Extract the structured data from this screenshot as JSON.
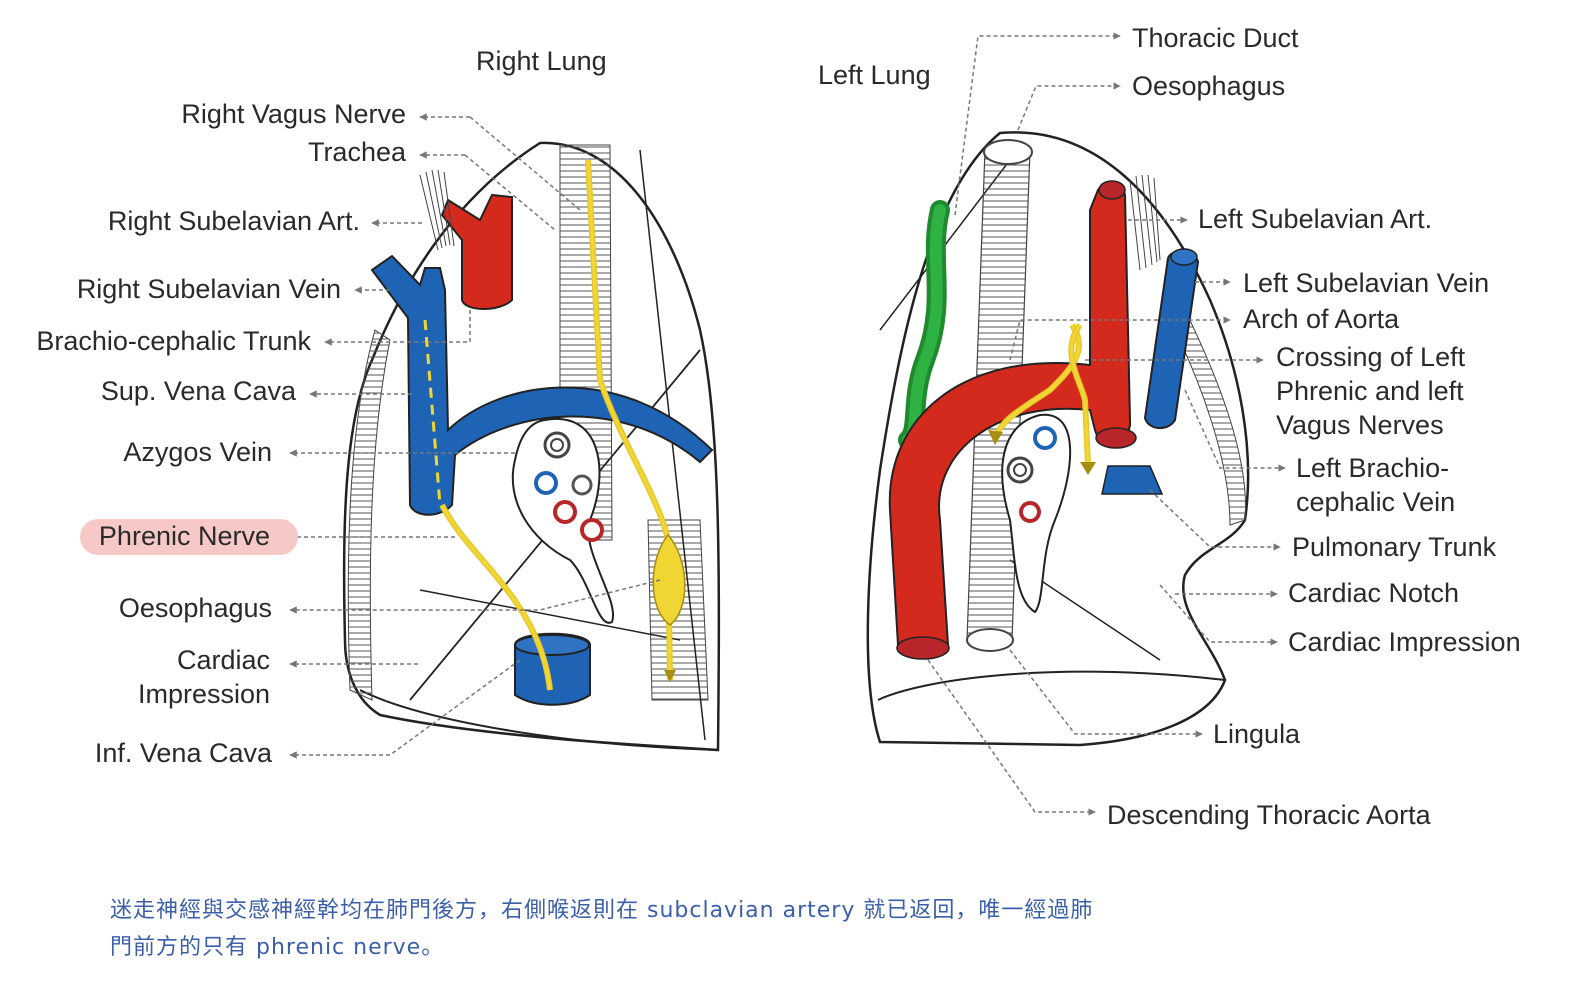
{
  "titles": {
    "right_lung": "Right Lung",
    "left_lung": "Left Lung"
  },
  "right_labels": {
    "right_vagus_nerve": "Right Vagus Nerve",
    "trachea": "Trachea",
    "right_subclavian_art": "Right Subelavian Art.",
    "right_subclavian_vein": "Right Subelavian Vein",
    "brachiocephalic_trunk": "Brachio-cephalic Trunk",
    "sup_vena_cava": "Sup. Vena Cava",
    "azygos_vein": "Azygos Vein",
    "phrenic_nerve": "Phrenic Nerve",
    "oesophagus": "Oesophagus",
    "cardiac_impression_1": "Cardiac",
    "cardiac_impression_2": "Impression",
    "inf_vena_cava": "Inf. Vena Cava"
  },
  "left_labels": {
    "thoracic_duct": "Thoracic Duct",
    "oesophagus": "Oesophagus",
    "left_subclavian_art": "Left Subelavian Art.",
    "left_subclavian_vein": "Left Subelavian Vein",
    "arch_of_aorta": "Arch of Aorta",
    "crossing_1": "Crossing of Left",
    "crossing_2": "Phrenic and left",
    "crossing_3": "Vagus Nerves",
    "left_brachio_1": "Left Brachio-",
    "left_brachio_2": "cephalic Vein",
    "pulmonary_trunk": "Pulmonary Trunk",
    "cardiac_notch": "Cardiac Notch",
    "cardiac_impression": "Cardiac Impression",
    "lingula": "Lingula",
    "descending_thoracic_aorta": "Descending Thoracic Aorta"
  },
  "highlighted_label": "Phrenic Nerve",
  "colors": {
    "artery": "#d42a1e",
    "vein": "#1f64b4",
    "nerve": "#f0d633",
    "duct": "#2a9a3a",
    "highlight": "#f6c9c7",
    "note_text": "#3b5fa8"
  },
  "note": {
    "line1": "迷走神經與交感神經幹均在肺門後方，右側喉返則在 subclavian artery 就已返回，唯一經過肺",
    "line2": "門前方的只有 phrenic nerve。"
  }
}
